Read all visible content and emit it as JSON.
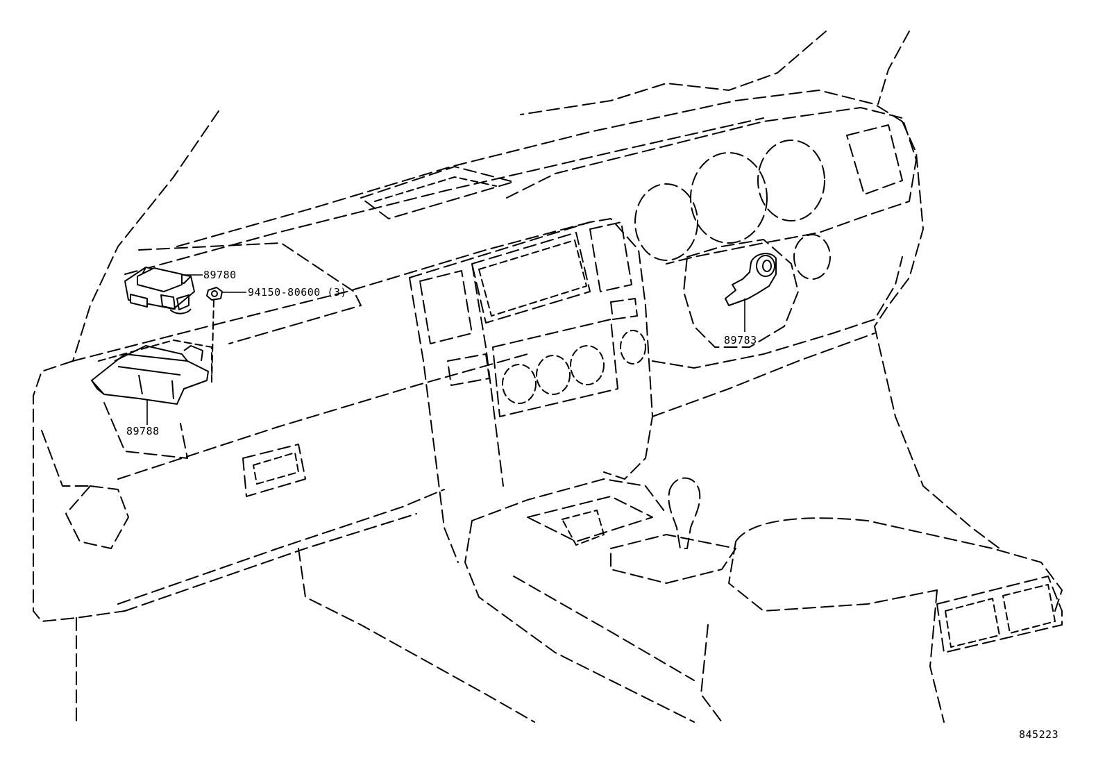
{
  "parts": {
    "p89780": "89780",
    "p94150": "94150-80600 (3)",
    "p89788": "89788",
    "p89783": "89783"
  },
  "illustration_code": "845223"
}
